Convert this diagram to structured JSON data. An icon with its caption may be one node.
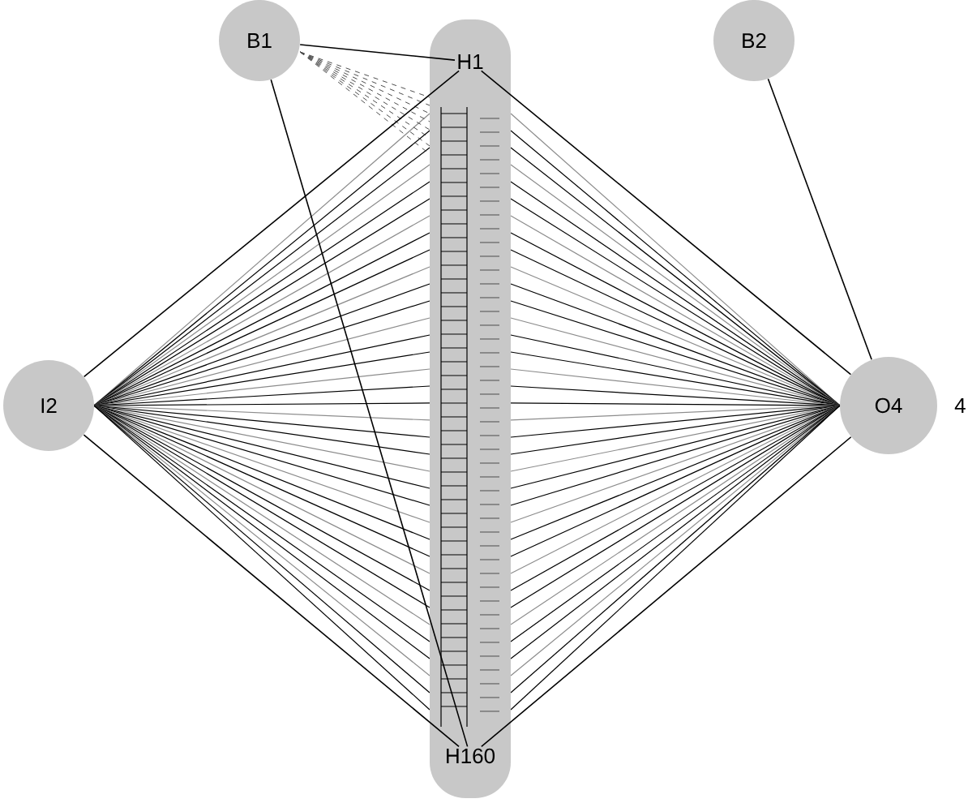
{
  "diagram": {
    "nodes": [
      {
        "text": [
          "B1"
        ]
      },
      {
        "text": [
          "B2"
        ]
      },
      {
        "text": [
          "I2"
        ]
      },
      {
        "text": [
          "H1"
        ]
      },
      {
        "text": [
          "H160"
        ]
      },
      {
        "text": [
          "O4"
        ],
        "beside": [
          "4"
        ]
      }
    ],
    "edges": [
      {
        "from": 0,
        "to": 3,
        "arrow": "none"
      },
      {
        "from": 0,
        "to": 4,
        "arrow": "none"
      },
      {
        "from": 2,
        "to": 3,
        "arrow": "none"
      },
      {
        "from": 2,
        "to": 4,
        "arrow": "none"
      },
      {
        "from": 3,
        "to": 5,
        "arrow": "none"
      },
      {
        "from": 4,
        "to": 5,
        "arrow": "none"
      },
      {
        "from": 1,
        "to": 5,
        "arrow": "none"
      }
    ]
  }
}
